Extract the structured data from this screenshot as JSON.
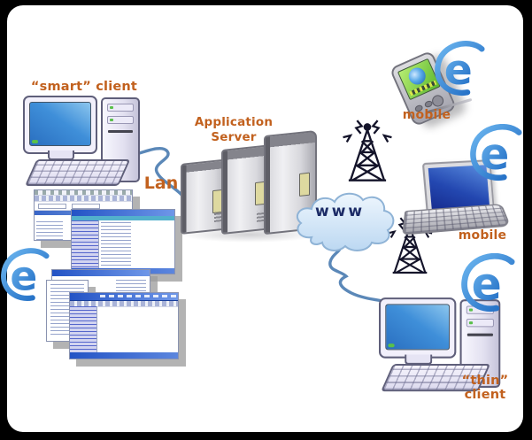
{
  "colors": {
    "background": "#000000",
    "surface": "#ffffff",
    "label_orange": "#c2611e",
    "connector_blue": "#5b88b8",
    "www_navy": "#1c2b66",
    "ie_blue": "#1a66c0",
    "screen_blue": "#3f8fd9",
    "cloud_fill": "#d9eafa",
    "server_gray": "#d8d8dd"
  },
  "nodes": {
    "smart_client": {
      "label": "“smart” client",
      "type": "desktop-computer"
    },
    "application_server": {
      "label": "Application\nServer",
      "type": "server-towers"
    },
    "mobile_pda": {
      "label": "mobile",
      "type": "handheld-pda"
    },
    "mobile_laptop": {
      "label": "mobile",
      "type": "laptop"
    },
    "thin_client": {
      "label": "“thin” client",
      "type": "desktop-computer"
    }
  },
  "connections": {
    "lan": {
      "label": "Lan"
    },
    "internet": {
      "label": "www"
    }
  },
  "icons": {
    "browser": "internet-explorer-logo",
    "wireless": "radio-tower",
    "cloud": "www-cloud",
    "screens": "application-windows"
  }
}
